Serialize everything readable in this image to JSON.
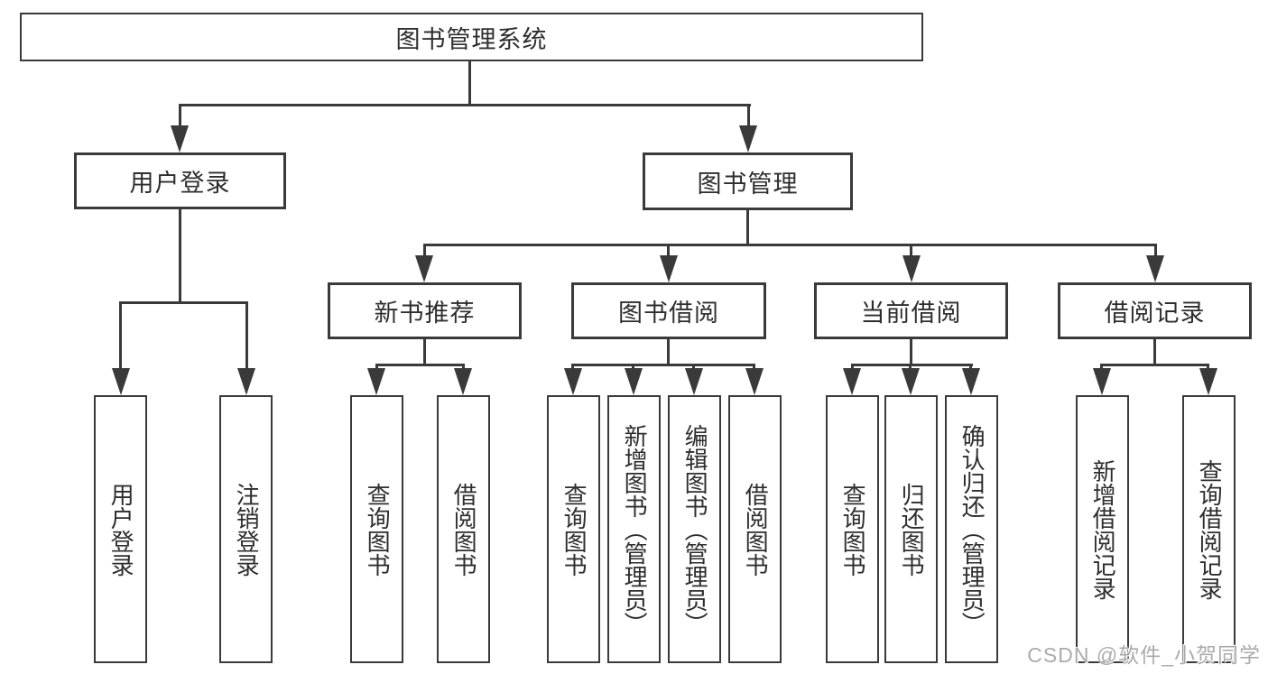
{
  "diagram": {
    "root": "图书管理系统",
    "level1": {
      "user_login": "用户登录",
      "book_mgmt": "图书管理"
    },
    "level2": {
      "new_books": "新书推荐",
      "book_borrow": "图书借阅",
      "current_borrow": "当前借阅",
      "borrow_records": "借阅记录"
    },
    "leaves": {
      "user_login": [
        "用户登录",
        "注销登录"
      ],
      "new_books": [
        "查询图书",
        "借阅图书"
      ],
      "book_borrow": [
        "查询图书",
        "新增图书（管理员）",
        "编辑图书（管理员）",
        "借阅图书"
      ],
      "current_borrow": [
        "查询图书",
        "归还图书",
        "确认归还（管理员）"
      ],
      "borrow_records": [
        "新增借阅记录",
        "查询借阅记录"
      ]
    }
  },
  "watermark": "CSDN @软件_小贺同学",
  "colors": {
    "stroke": "#3a3a3a",
    "text": "#2e2e2e",
    "watermark": "#ababab",
    "background": "#ffffff"
  }
}
